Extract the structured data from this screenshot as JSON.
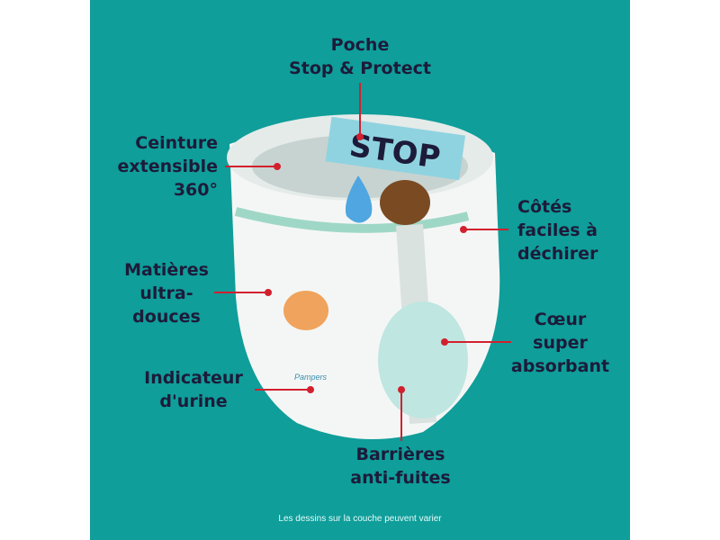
{
  "labels": {
    "pocket": "Poche\nStop & Protect",
    "waistband": "Ceinture\nextensible\n360°",
    "sides": "Côtés\nfaciles à\ndéchirer",
    "materials": "Matières\nultra-\ndouces",
    "core": "Cœur\nsuper\nabsorbant",
    "indicator": "Indicateur\nd'urine",
    "barriers": "Barrières\nanti-fuites"
  },
  "product": {
    "stop_sign": "STOP",
    "brand": "Pampers"
  },
  "footnote": "Les dessins sur la couche peuvent varier",
  "colors": {
    "background": "#0f9e9a",
    "text": "#1d1b3a",
    "pointer": "#d3202e"
  }
}
